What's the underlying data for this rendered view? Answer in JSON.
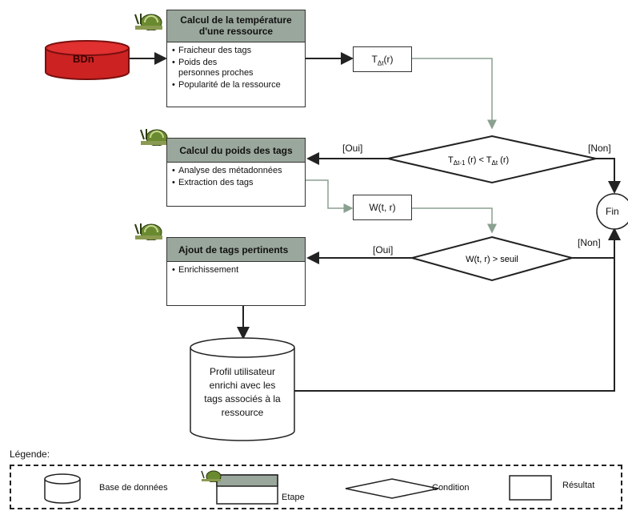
{
  "database_label": "BDn",
  "steps": {
    "temperature": {
      "title_line1": "Calcul de la température",
      "title_line2": "d'une ressource",
      "items": [
        "Fraicheur des tags",
        "Poids des personnes proches",
        "Popularité de la ressource"
      ]
    },
    "poids": {
      "title": "Calcul du poids des tags",
      "items": [
        "Analyse des métadonnées",
        "Extraction des tags"
      ]
    },
    "ajout": {
      "title": "Ajout de tags pertinents",
      "items": [
        "Enrichissement"
      ]
    }
  },
  "results": {
    "temperature": "TΔt(r)",
    "weight": "W(t, r)"
  },
  "conditions": {
    "temperature": "TΔt-1 (r) < TΔt (r)",
    "weight": "W(t, r) > seuil"
  },
  "branches": {
    "yes": "[Oui]",
    "no": "[Non]"
  },
  "end_label": "Fin",
  "profile_label": [
    "Profil utilisateur",
    "enrichi avec les",
    "tags associés à la",
    "ressource"
  ],
  "legend": {
    "title": "Légende:",
    "database": "Base de données",
    "step": "Etape",
    "condition": "Condition",
    "result": "Résultat"
  }
}
